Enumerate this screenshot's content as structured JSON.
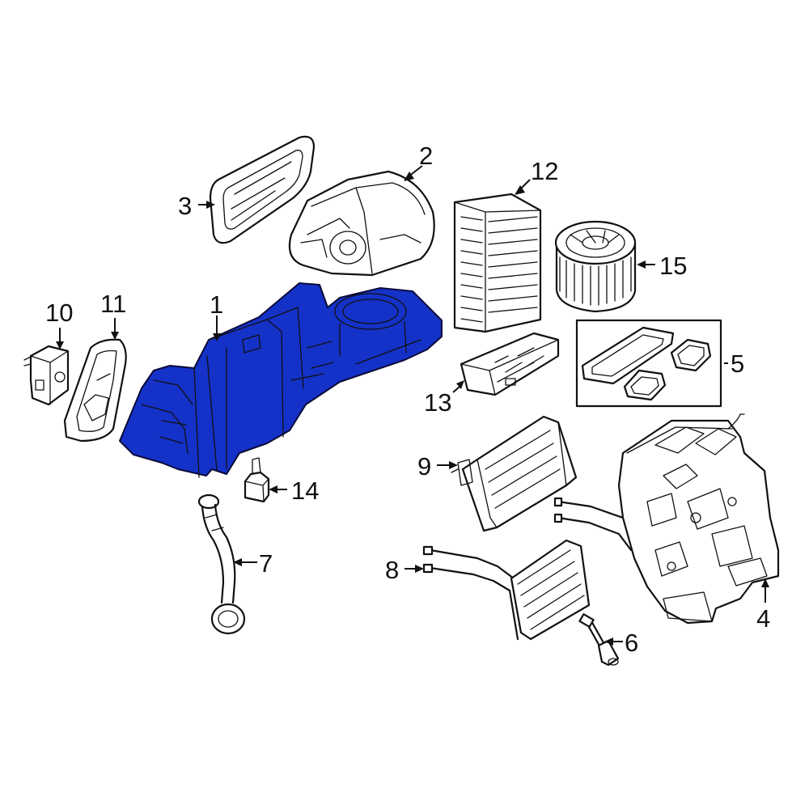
{
  "diagram": {
    "highlight_color": "#1432c8",
    "highlighted_part": "1",
    "callouts": {
      "c1": "1",
      "c2": "2",
      "c3": "3",
      "c4": "4",
      "c5": "5",
      "c6": "6",
      "c7": "7",
      "c8": "8",
      "c9": "9",
      "c10": "10",
      "c11": "11",
      "c12": "12",
      "c13": "13",
      "c14": "14",
      "c15": "15"
    }
  }
}
